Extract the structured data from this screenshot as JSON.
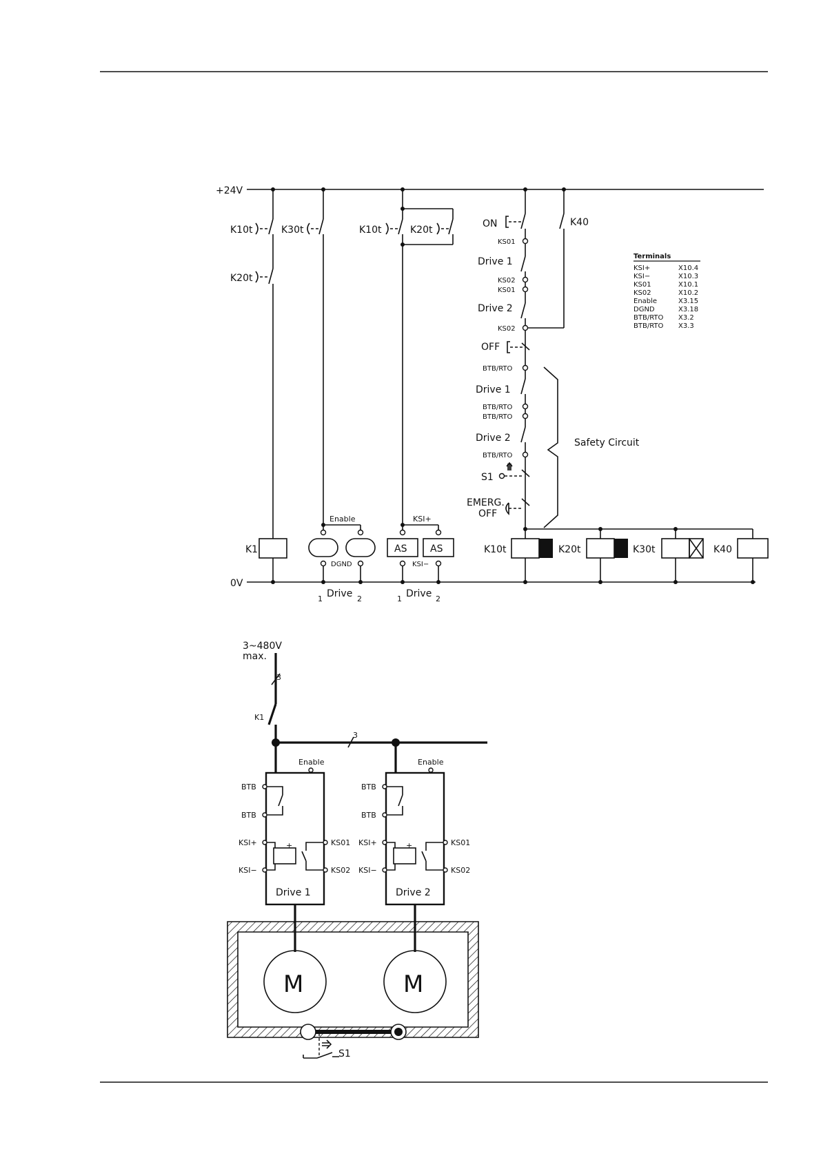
{
  "supply": {
    "plus": "+24V",
    "zero": "0V"
  },
  "contacts": {
    "k10t_a": "K10t",
    "k30t": "K30t",
    "k20t_a": "K20t",
    "k10t_b": "K10t",
    "k20t_b": "K20t",
    "k40": "K40"
  },
  "buttons": {
    "on": "ON",
    "off": "OFF",
    "s1": "S1",
    "emerg1": "EMERG.",
    "emerg2": "OFF"
  },
  "chain": {
    "ks01_a": "KS01",
    "drive1_a": "Drive 1",
    "ks02_a": "KS02",
    "ks01_b": "KS01",
    "drive2_a": "Drive 2",
    "ks02_b": "KS02",
    "btb1": "BTB/RTO",
    "drive1_b": "Drive 1",
    "btb2": "BTB/RTO",
    "btb3": "BTB/RTO",
    "drive2_b": "Drive 2",
    "btb4": "BTB/RTO"
  },
  "safety_circuit": "Safety Circuit",
  "terminals": {
    "title": "Terminals",
    "rows": [
      {
        "name": "KSI+",
        "pin": "X10.4"
      },
      {
        "name": "KSI−",
        "pin": "X10.3"
      },
      {
        "name": "KS01",
        "pin": "X10.1"
      },
      {
        "name": "KS02",
        "pin": "X10.2"
      },
      {
        "name": "Enable",
        "pin": "X3.15"
      },
      {
        "name": "DGND",
        "pin": "X3.18"
      },
      {
        "name": "BTB/RTO",
        "pin": "X3.2"
      },
      {
        "name": "BTB/RTO",
        "pin": "X3.3"
      }
    ]
  },
  "coils": {
    "k1": "K1",
    "k10t": "K10t",
    "k20t": "K20t",
    "k30t": "K30t",
    "k40": "K40"
  },
  "drive_io": {
    "enable": "Enable",
    "dgnd": "DGND",
    "ksi_plus": "KSI+",
    "ksi_minus": "KSI−",
    "as1": "AS",
    "as2": "AS",
    "drive": "Drive",
    "drive_b": "Drive",
    "n1": "1",
    "n2": "2",
    "n3": "1",
    "n4": "2"
  },
  "power": {
    "mains1": "3~480V",
    "mains2": "max.",
    "phases1": "3",
    "phases2": "3",
    "k1": "K1",
    "drive1": {
      "enable": "Enable",
      "btb1": "BTB",
      "btb2": "BTB",
      "ksi_plus": "KSI+",
      "ksi_minus": "KSI−",
      "ks01": "KS01",
      "ks02": "KS02",
      "name": "Drive 1",
      "plus": "+"
    },
    "drive2": {
      "enable": "Enable",
      "btb1": "BTB",
      "btb2": "BTB",
      "ksi_plus": "KSI+",
      "ksi_minus": "KSI−",
      "ks01": "KS01",
      "ks02": "KS02",
      "name": "Drive 2",
      "plus": "+"
    },
    "motor1": "M",
    "motor2": "M",
    "s1": "S1"
  }
}
